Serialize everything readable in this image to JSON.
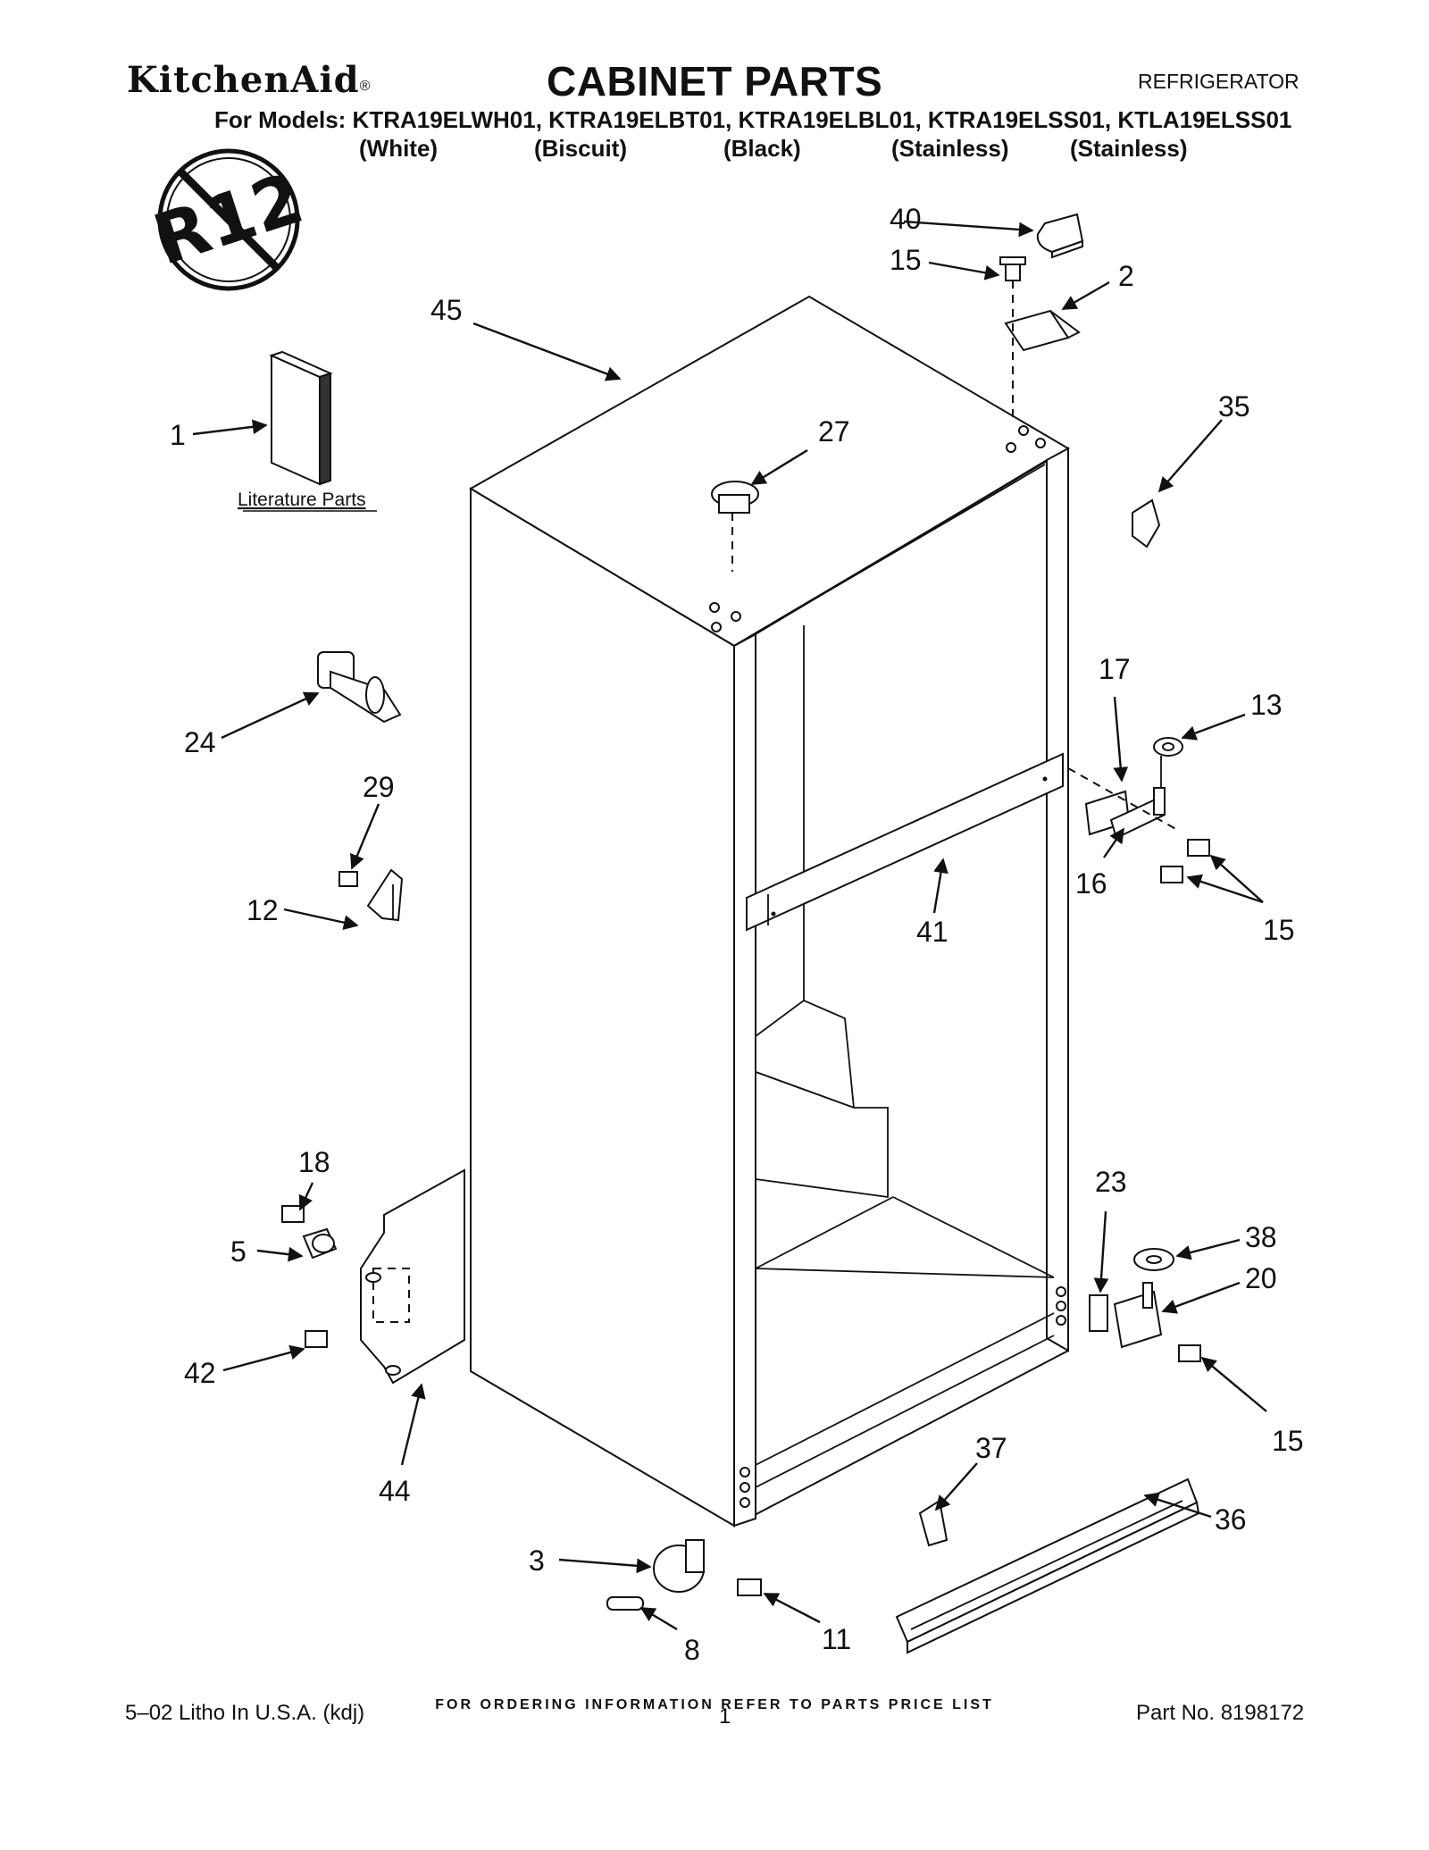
{
  "header": {
    "brand": "KitchenAid",
    "brand_mark": "®",
    "title": "CABINET PARTS",
    "product": "REFRIGERATOR",
    "models_line": "For Models: KTRA19ELWH01, KTRA19ELBT01, KTRA19ELBL01, KTRA19ELSS01, KTLA19ELSS01",
    "finishes": [
      "(White)",
      "(Biscuit)",
      "(Black)",
      "(Stainless)",
      "(Stainless)"
    ]
  },
  "badge": {
    "text": "R12"
  },
  "literature_label": "Literature Parts",
  "callouts": {
    "c1": "1",
    "c2": "2",
    "c3": "3",
    "c5": "5",
    "c8": "8",
    "c11": "11",
    "c12": "12",
    "c13": "13",
    "c15a": "15",
    "c15b": "15",
    "c15c": "15",
    "c16": "16",
    "c17": "17",
    "c18": "18",
    "c20": "20",
    "c23": "23",
    "c24": "24",
    "c27": "27",
    "c29": "29",
    "c35": "35",
    "c36": "36",
    "c37": "37",
    "c38": "38",
    "c40": "40",
    "c41": "41",
    "c42": "42",
    "c44": "44",
    "c45": "45"
  },
  "footer": {
    "order_note": "FOR ORDERING INFORMATION REFER TO PARTS PRICE LIST",
    "litho": "5–02 Litho In U.S.A. (kdj)",
    "page": "1",
    "part_number": "Part No. 8198172"
  }
}
